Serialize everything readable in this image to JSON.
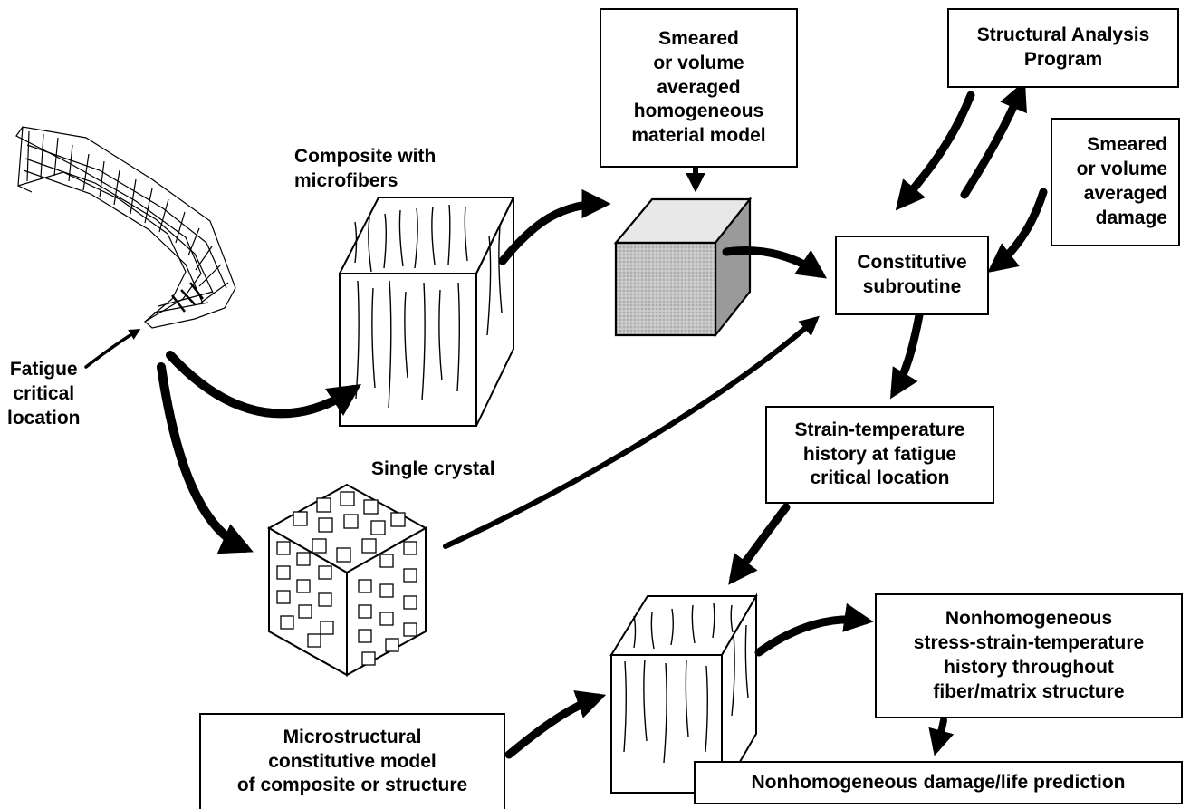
{
  "boxes": {
    "smeared_model": "Smeared\nor volume\naveraged\nhomogeneous\nmaterial model",
    "structural_analysis": "Structural Analysis\nProgram",
    "smeared_damage": "Smeared\nor volume\naveraged\ndamage",
    "constitutive_subroutine": "Constitutive\nsubroutine",
    "strain_temperature": "Strain-temperature\nhistory at fatigue\ncritical location",
    "nonhomogeneous_history": "Nonhomogeneous\nstress-strain-temperature\nhistory throughout\nfiber/matrix structure",
    "life_prediction": "Nonhomogeneous damage/life prediction",
    "microstructural_model": "Microstructural\nconstitutive model\nof composite or structure"
  },
  "labels": {
    "composite": "Composite with\nmicrofibers",
    "single_crystal": "Single crystal",
    "fatigue": "Fatigue\ncritical\nlocation"
  },
  "colors": {
    "ink": "#000000",
    "shaded_cube": "#bdbdbd",
    "paper": "#ffffff"
  },
  "icons": [
    "turbine-blade-mesh-icon",
    "fiber-composite-cube-icon",
    "homogeneous-cube-icon",
    "single-crystal-cube-icon",
    "fiber-matrix-cube-icon"
  ]
}
